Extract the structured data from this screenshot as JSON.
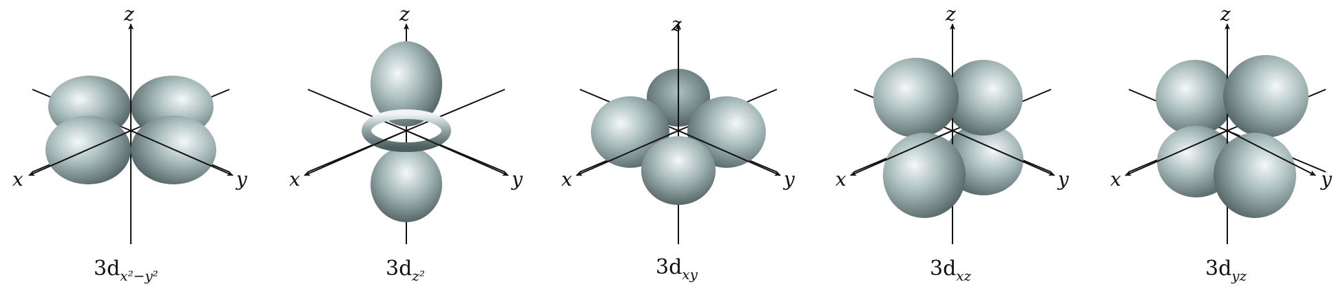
{
  "axis_labels": {
    "x": "x",
    "y": "y",
    "z": "z"
  },
  "orbitals": [
    {
      "id": "dx2y2",
      "prefix": "3d",
      "subscript": "x²−y²"
    },
    {
      "id": "dz2",
      "prefix": "3d",
      "subscript": "z²"
    },
    {
      "id": "dxy",
      "prefix": "3d",
      "subscript": "xy"
    },
    {
      "id": "dxz",
      "prefix": "3d",
      "subscript": "xz"
    },
    {
      "id": "dyz",
      "prefix": "3d",
      "subscript": "yz"
    }
  ],
  "colors": {
    "lobe_light": "#eef4f4",
    "lobe_mid": "#9fb3b3",
    "lobe_dark": "#4e5f60",
    "axis": "#111111"
  }
}
